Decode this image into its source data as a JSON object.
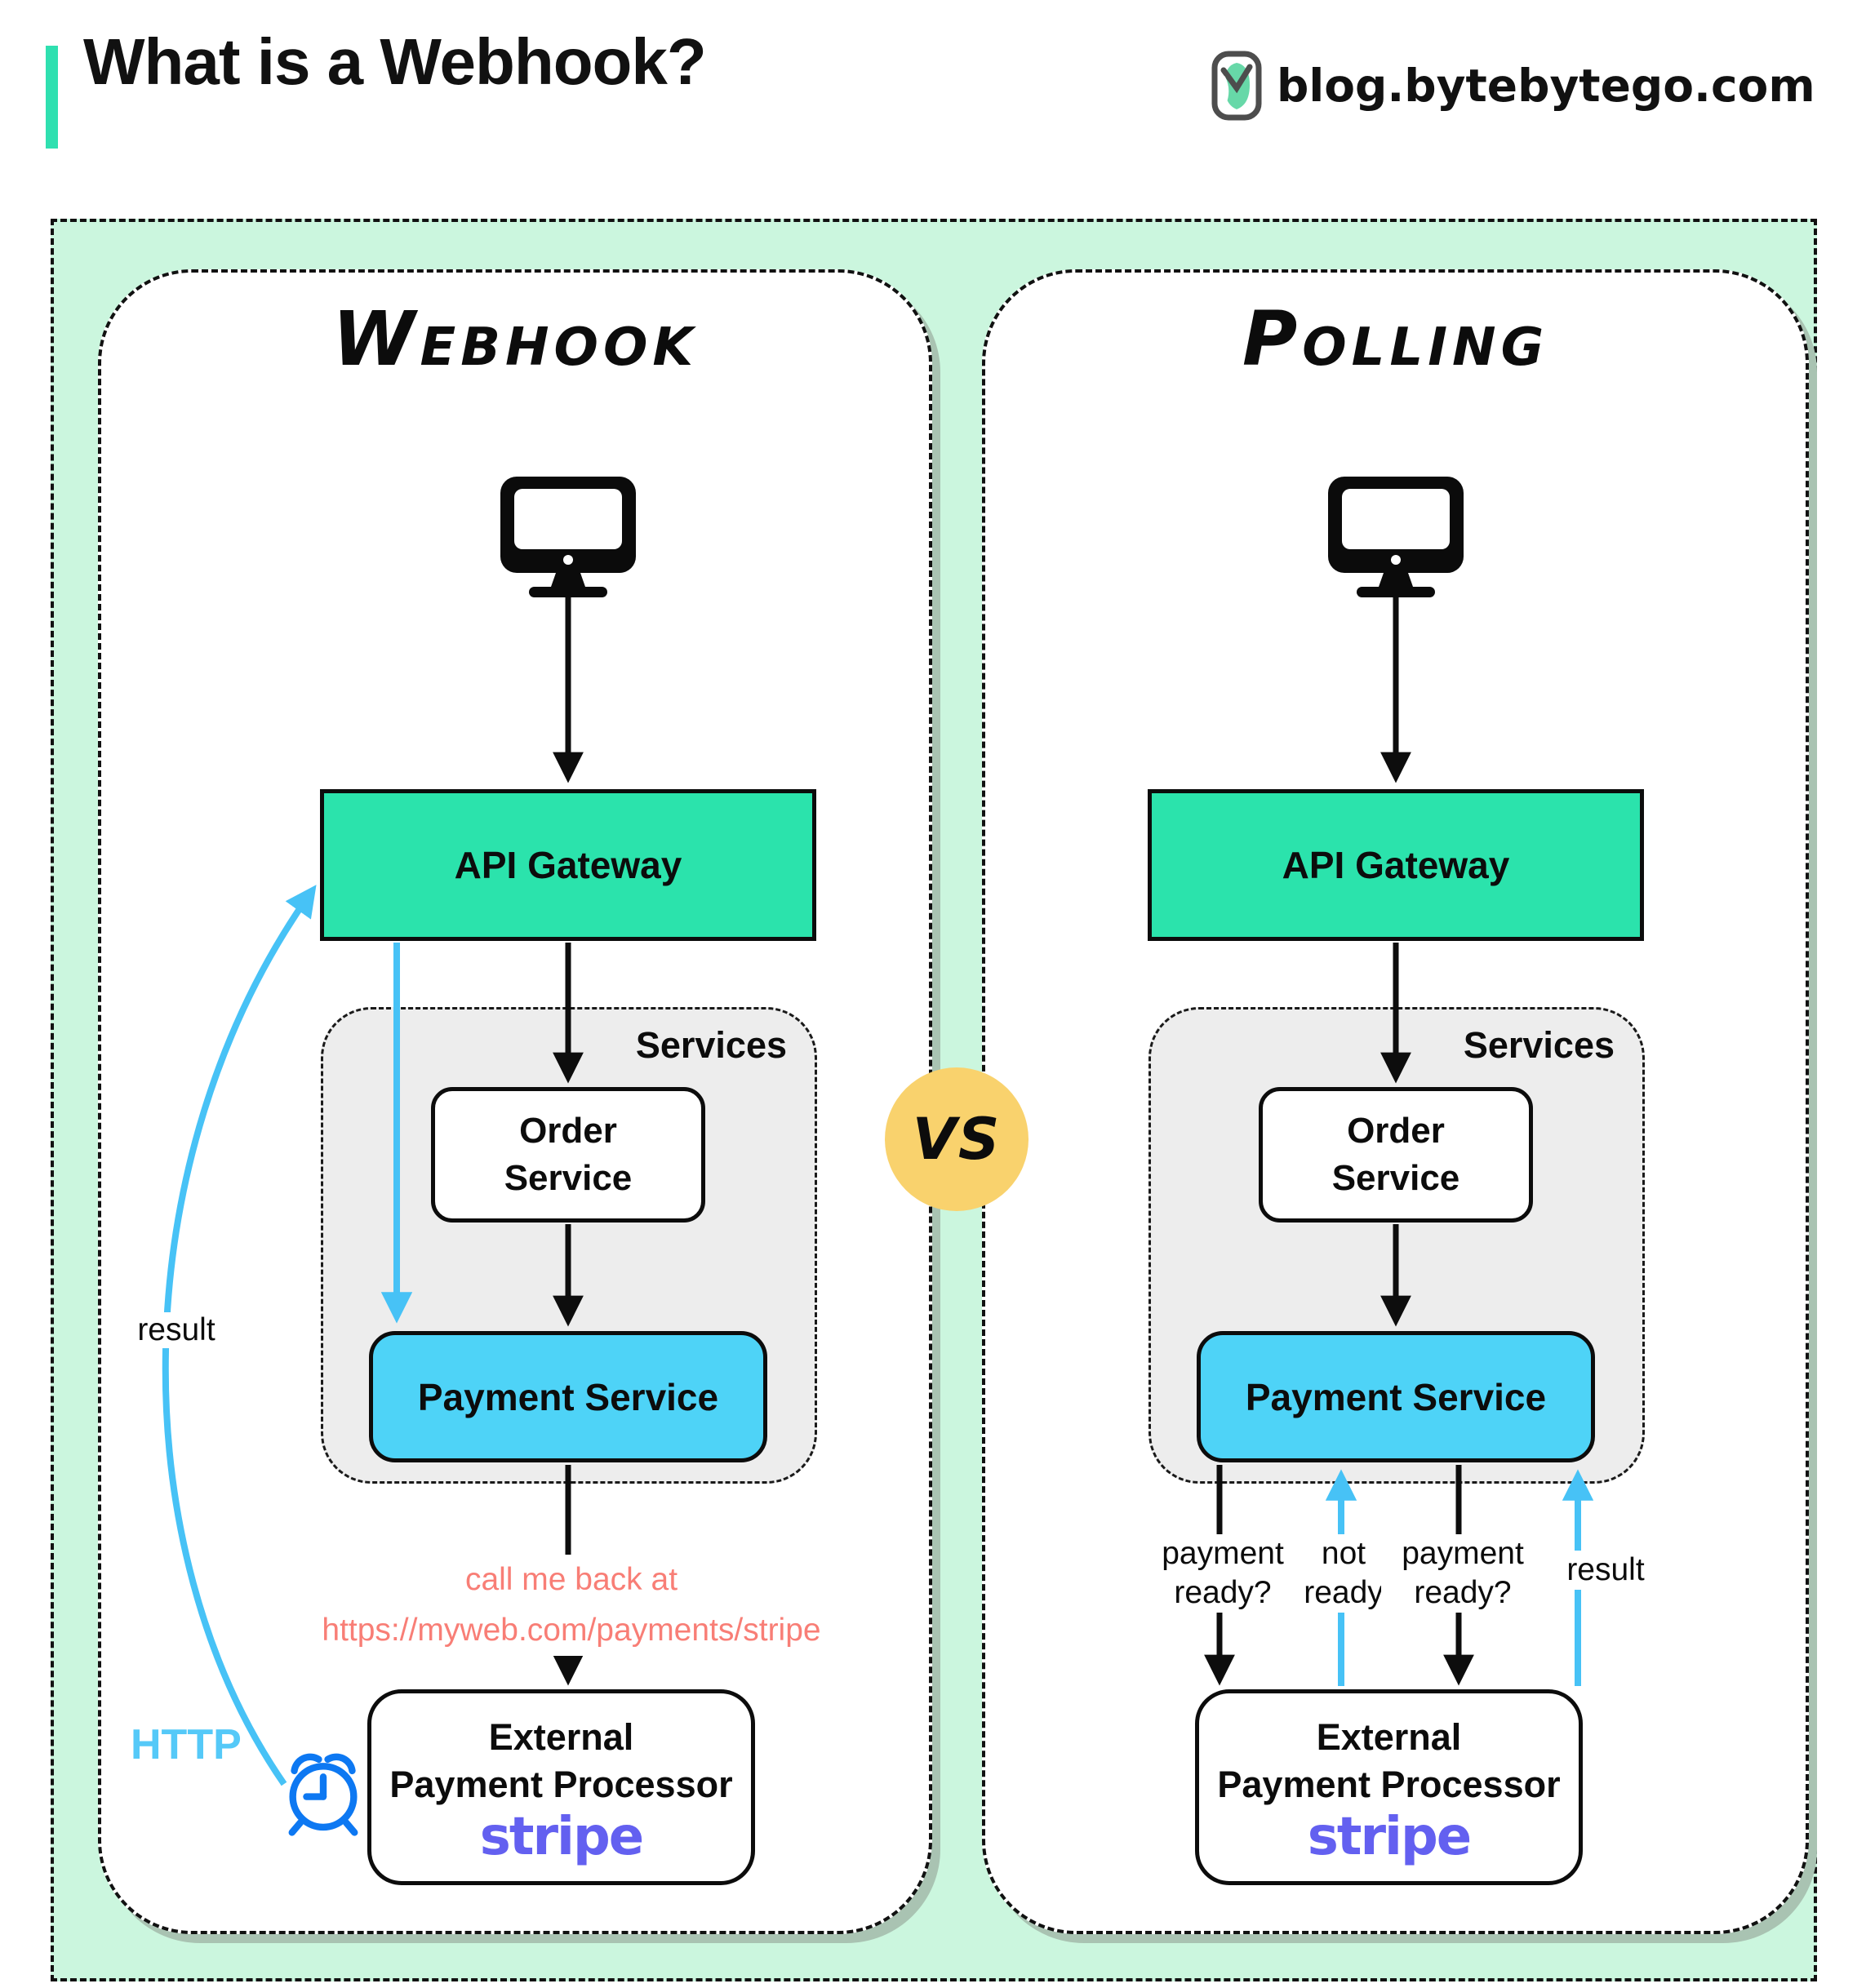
{
  "header": {
    "title": "What is a Webhook?",
    "site": "blog.bytebytego.com"
  },
  "vs_label": "VS",
  "colors": {
    "mint_background": "#cbf6de",
    "accent_teal": "#2fe0b0",
    "gateway_green": "#2be3ac",
    "payment_blue": "#4ed3f7",
    "arrow_blue": "#47c2f6",
    "clock_blue": "#0d78f2",
    "note_red": "#f87e76",
    "stripe_purple": "#6360f0",
    "vs_yellow": "#f9d26d"
  },
  "panels": [
    {
      "title": "Webhook",
      "gateway": "API Gateway",
      "services_label": "Services",
      "order": {
        "line1": "Order",
        "line2": "Service"
      },
      "payment": "Payment Service",
      "external": {
        "line1": "External",
        "line2": "Payment Processor",
        "logo": "stripe"
      },
      "note": {
        "line1": "call me back at",
        "line2": "https://myweb.com/payments/stripe"
      },
      "result_label": "result",
      "http_label": "HTTP"
    },
    {
      "title": "Polling",
      "gateway": "API Gateway",
      "services_label": "Services",
      "order": {
        "line1": "Order",
        "line2": "Service"
      },
      "payment": "Payment Service",
      "external": {
        "line1": "External",
        "line2": "Payment Processor",
        "logo": "stripe"
      },
      "labels": {
        "q1": {
          "line1": "payment",
          "line2": "ready?"
        },
        "a1": {
          "line1": "not",
          "line2": "ready"
        },
        "q2": {
          "line1": "payment",
          "line2": "ready?"
        },
        "result": "result"
      }
    }
  ]
}
